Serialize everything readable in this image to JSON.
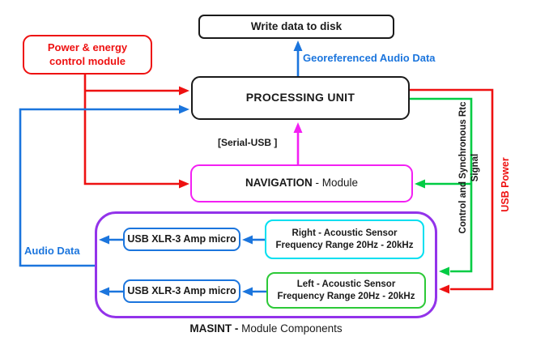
{
  "diagram": {
    "nodes": {
      "write_disk": {
        "label": "Write data to disk"
      },
      "power_module": {
        "line1": "Power & energy",
        "line2": "control module"
      },
      "processing_unit": {
        "label": "PROCESSING UNIT"
      },
      "navigation": {
        "bold": "NAVIGATION",
        "rest": " - Module"
      },
      "usb_amp_top": {
        "label": "USB XLR-3 Amp micro"
      },
      "usb_amp_bottom": {
        "label": "USB XLR-3 Amp micro"
      },
      "right_sensor": {
        "line1": "Right - Acoustic Sensor",
        "line2": "Frequency Range 20Hz - 20kHz"
      },
      "left_sensor": {
        "line1": "Left - Acoustic Sensor",
        "line2": "Frequency Range 20Hz - 20kHz"
      },
      "masint_caption": {
        "bold": "MASINT -",
        "rest": " Module Components"
      }
    },
    "edge_labels": {
      "georeferenced": "Georeferenced Audio Data",
      "serial_usb": "[Serial-USB ]",
      "audio_data": "Audio Data",
      "control_line1": "Control and Synchronous Rtc",
      "control_line2": "Signal",
      "usb_power": "USB Power"
    },
    "colors": {
      "red": "#ee1111",
      "blue": "#1b75dd",
      "green": "#00cc44",
      "magenta": "#f320f3",
      "purple": "#9333ea",
      "cyan": "#00dff0",
      "sensor_green": "#2cc937",
      "black": "#1a1a1a"
    }
  }
}
